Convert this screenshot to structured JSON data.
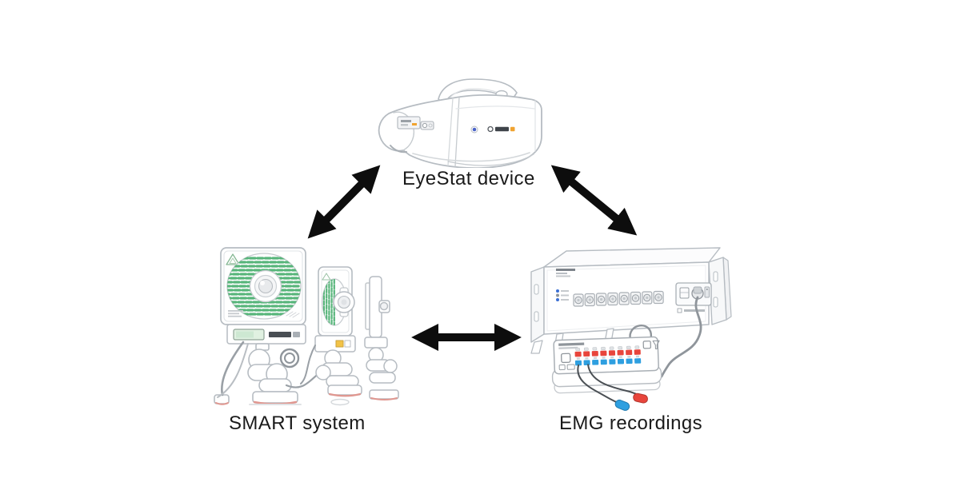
{
  "figure": {
    "background_color": "#ffffff",
    "nodes": [
      {
        "id": "eyestat",
        "label": "EyeStat device"
      },
      {
        "id": "smart",
        "label": "SMART system"
      },
      {
        "id": "emg",
        "label": "EMG recordings"
      }
    ],
    "connections": [
      {
        "from": "eyestat",
        "to": "smart",
        "type": "double-headed-arrow"
      },
      {
        "from": "eyestat",
        "to": "emg",
        "type": "double-headed-arrow"
      },
      {
        "from": "smart",
        "to": "emg",
        "type": "double-headed-arrow"
      }
    ],
    "colors": {
      "arrow": "#0d0d0d",
      "label_text": "#1a1a1a",
      "sketch_outline": "#b6bcc2",
      "led_green": "#57b57a",
      "display_mint": "#e0f1e1",
      "connector_red": "#e8453c",
      "connector_blue": "#2e9fe0",
      "eyestat_led_blue": "#4a63c8",
      "logo_accent_orange": "#f0a330",
      "mount_rim_red": "#e09790",
      "camera_accent_yellow": "#f2c246"
    }
  }
}
